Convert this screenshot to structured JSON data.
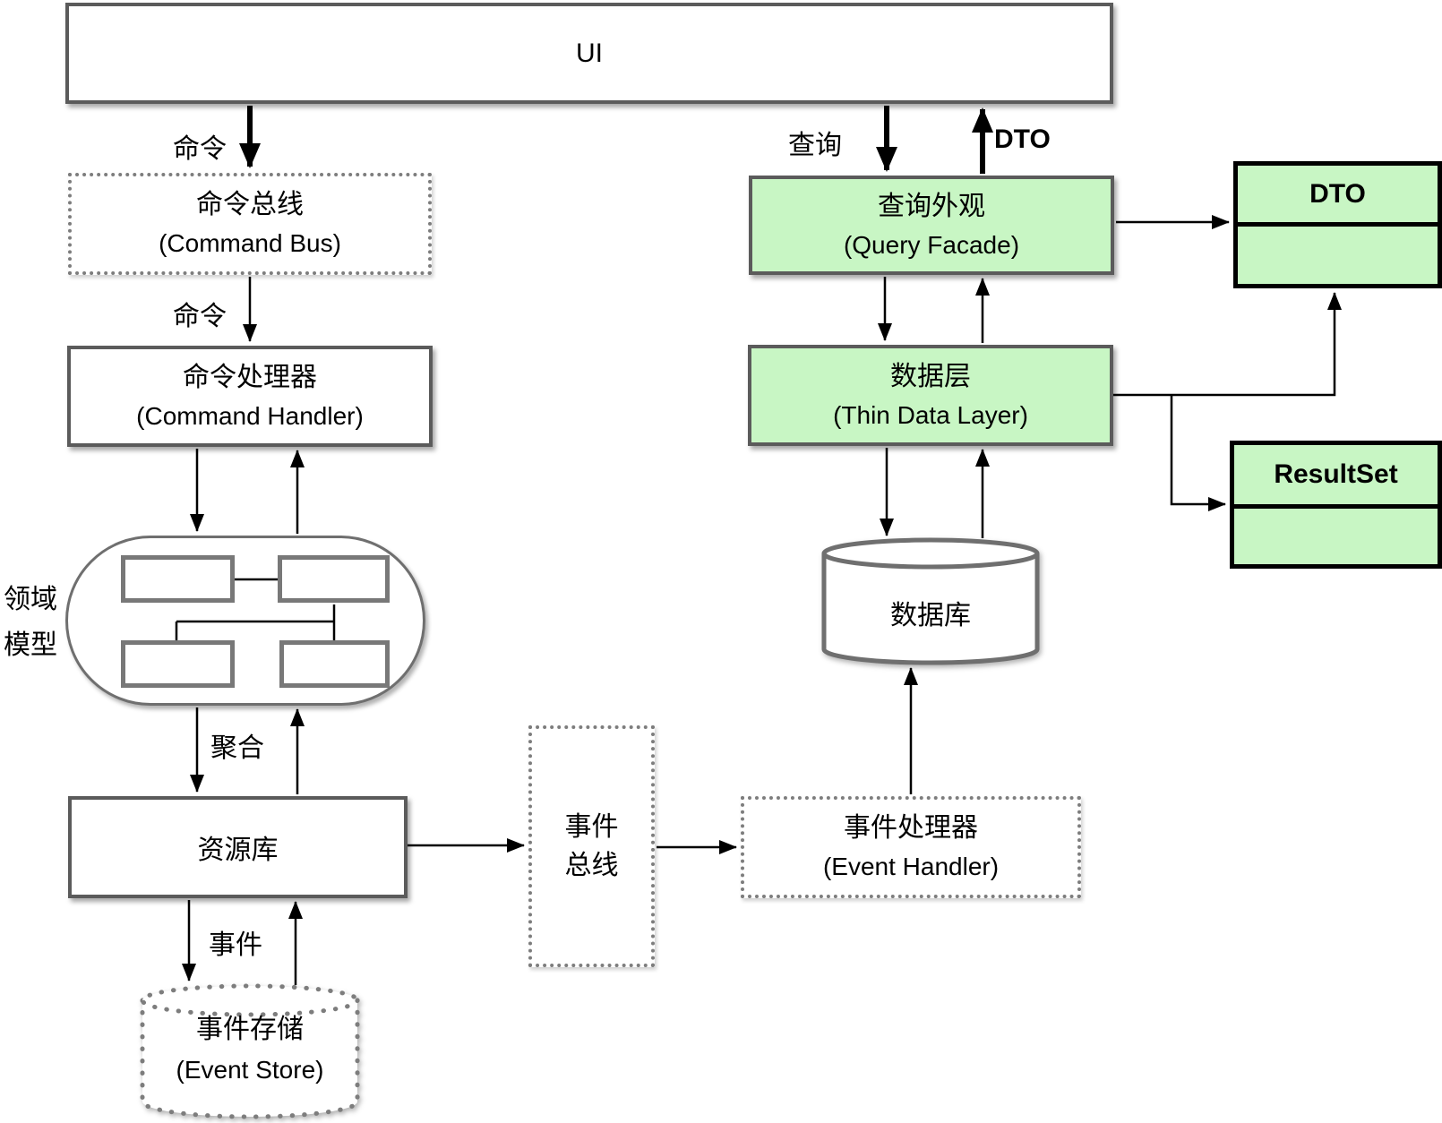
{
  "diagram": {
    "nodes": {
      "ui": {
        "label": "UI"
      },
      "command_bus": {
        "lines": [
          "命令总线",
          "(Command Bus)"
        ]
      },
      "command_handler": {
        "lines": [
          "命令处理器",
          "(Command Handler)"
        ]
      },
      "domain_model": {
        "lines": [
          "领域",
          "模型"
        ]
      },
      "repository": {
        "label": "资源库"
      },
      "event_store": {
        "lines": [
          "事件存储",
          "(Event Store)"
        ]
      },
      "event_bus": {
        "lines": [
          "事件",
          "总线"
        ]
      },
      "event_handler": {
        "lines": [
          "事件处理器",
          "(Event Handler)"
        ]
      },
      "query_facade": {
        "lines": [
          "查询外观",
          "(Query Facade)"
        ]
      },
      "thin_data_layer": {
        "lines": [
          "数据层",
          "(Thin Data Layer)"
        ]
      },
      "database": {
        "label": "数据库"
      },
      "dto_class": {
        "label": "DTO"
      },
      "resultset_class": {
        "label": "ResultSet"
      }
    },
    "edge_labels": {
      "command_to_bus": "命令",
      "command_to_handler": "命令",
      "query": "查询",
      "dto_return": "DTO",
      "aggregate": "聚合",
      "event": "事件"
    }
  },
  "colors": {
    "green_fill": "#c8f6c4",
    "box_border": "#5b5b5b",
    "dot_border": "#7d7d7d",
    "line": "#000000"
  }
}
